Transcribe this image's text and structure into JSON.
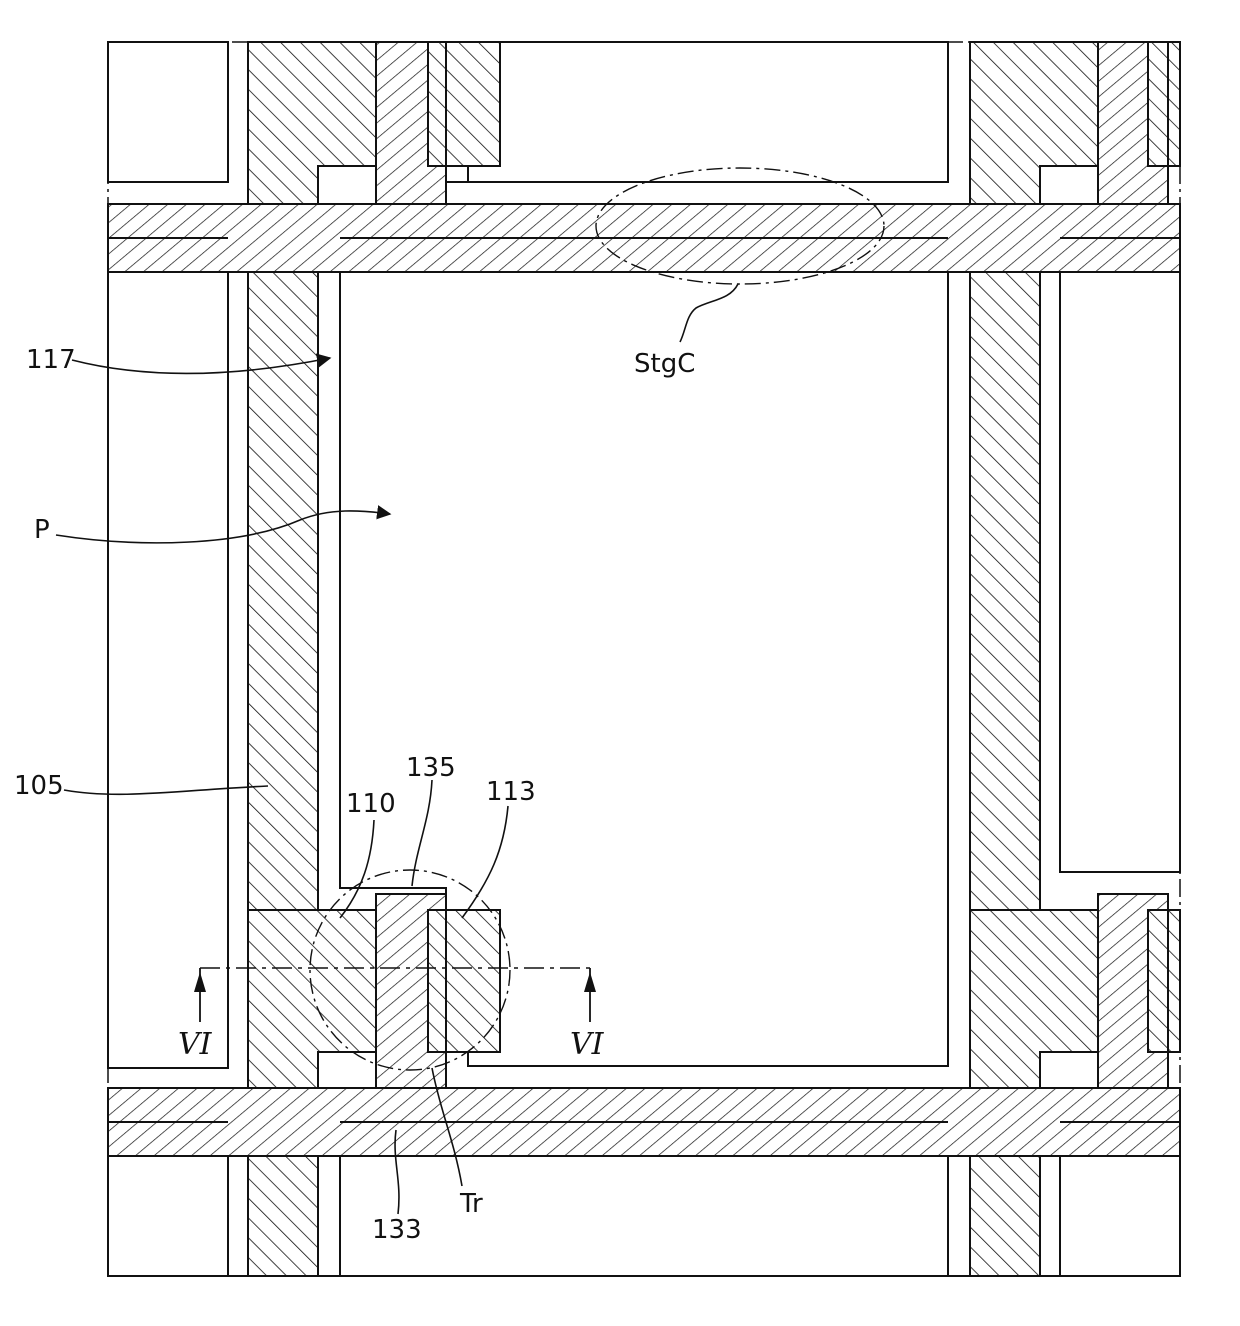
{
  "labels": {
    "l117": "117",
    "lP": "P",
    "l105": "105",
    "l110": "110",
    "l135": "135",
    "l113": "113",
    "l133": "133",
    "lTr": "Tr",
    "lStgC": "StgC",
    "lVI_left": "VI",
    "lVI_right": "VI"
  }
}
